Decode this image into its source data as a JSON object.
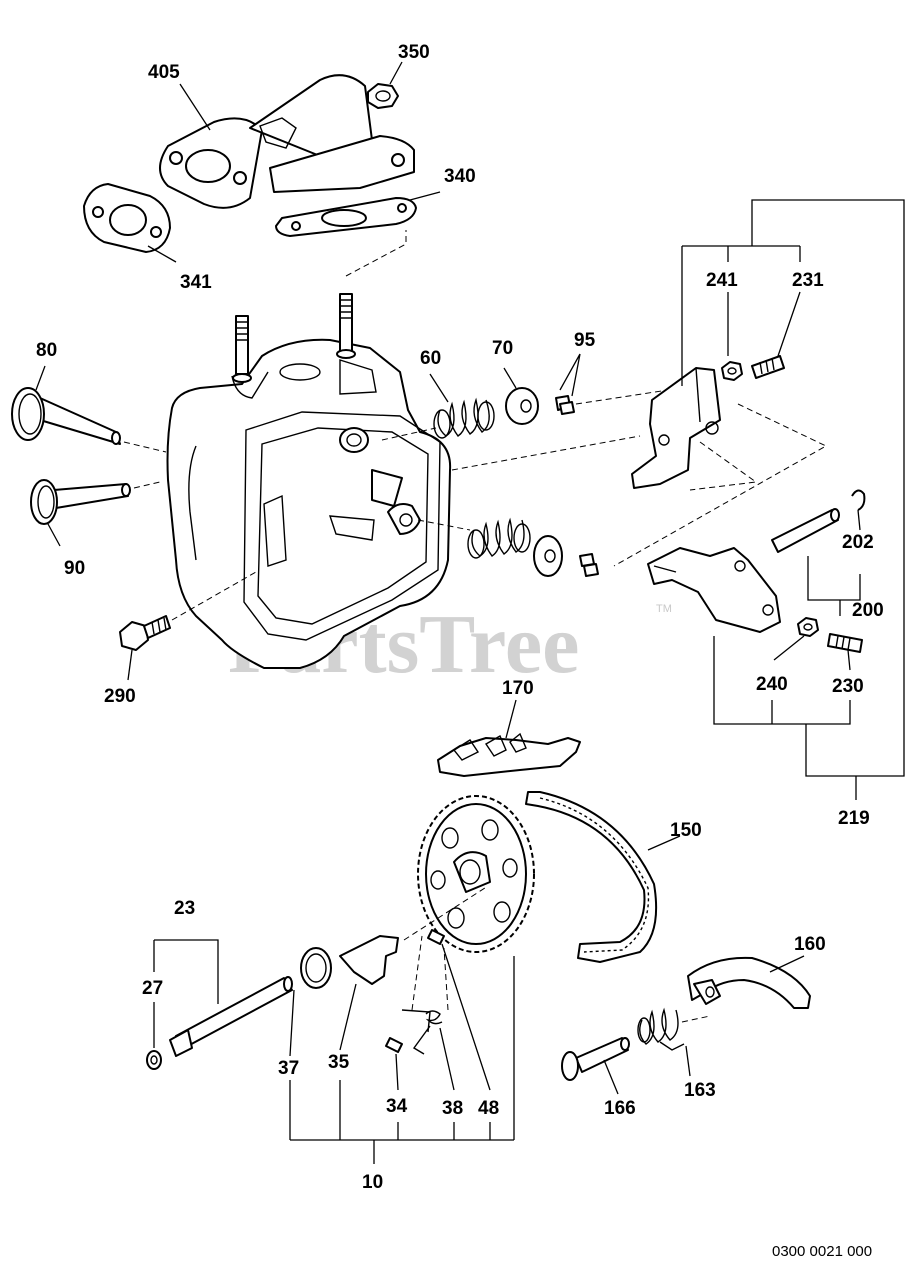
{
  "watermark": {
    "text": "PartsTree",
    "trademark": "TM"
  },
  "drawing_ref": "0300 0021 000",
  "callouts": {
    "p405": "405",
    "p350": "350",
    "p340": "340",
    "p341": "341",
    "p241": "241",
    "p231": "231",
    "p80": "80",
    "p60": "60",
    "p70": "70",
    "p95": "95",
    "p90": "90",
    "p202": "202",
    "p200": "200",
    "p290": "290",
    "p240": "240",
    "p230": "230",
    "p170": "170",
    "p219": "219",
    "p150": "150",
    "p23": "23",
    "p27": "27",
    "p160": "160",
    "p37": "37",
    "p35": "35",
    "p163": "163",
    "p34": "34",
    "p38": "38",
    "p48": "48",
    "p166": "166",
    "p10": "10"
  }
}
